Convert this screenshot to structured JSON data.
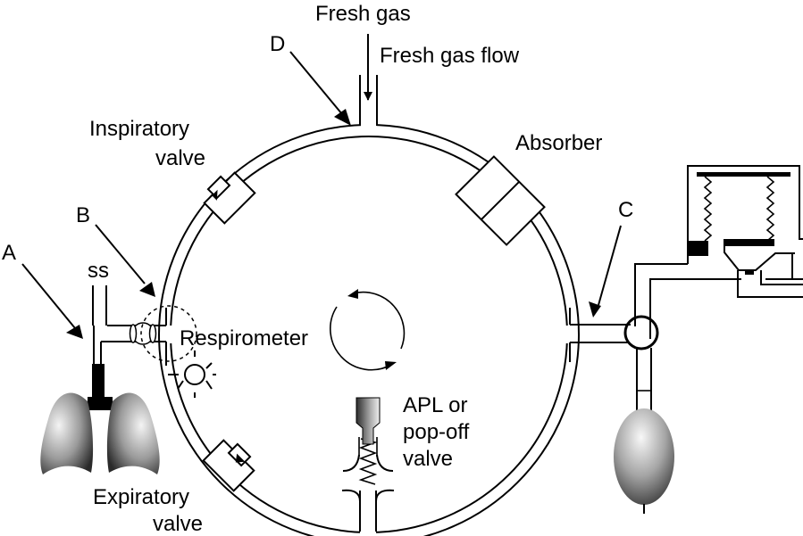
{
  "diagram": {
    "type": "circle-breathing-system",
    "colors": {
      "line": "#000000",
      "background": "#ffffff",
      "gradient_dark": "#3a3a3a",
      "gradient_light": "#f2f2f2"
    },
    "labels": {
      "fresh_gas": "Fresh gas",
      "fresh_gas_flow": "Fresh gas flow",
      "d": "D",
      "inspiratory_valve_1": "Inspiratory",
      "inspiratory_valve_2": "valve",
      "absorber": "Absorber",
      "b": "B",
      "c": "C",
      "a": "A",
      "ss": "ss",
      "respirometer": "Respirometer",
      "apl_1": "APL or",
      "apl_2": "pop-off",
      "apl_3": "valve",
      "expiratory_valve_1": "Expiratory",
      "expiratory_valve_2": "valve"
    },
    "icons": {
      "flow_direction": "circular-arrows-icon",
      "lungs": "lungs-icon",
      "reservoir_bag": "reservoir-bag-icon",
      "ventilator_bellows": "ventilator-bellows-icon",
      "pressure_sensor": "sun-burst-sensor-icon"
    }
  }
}
